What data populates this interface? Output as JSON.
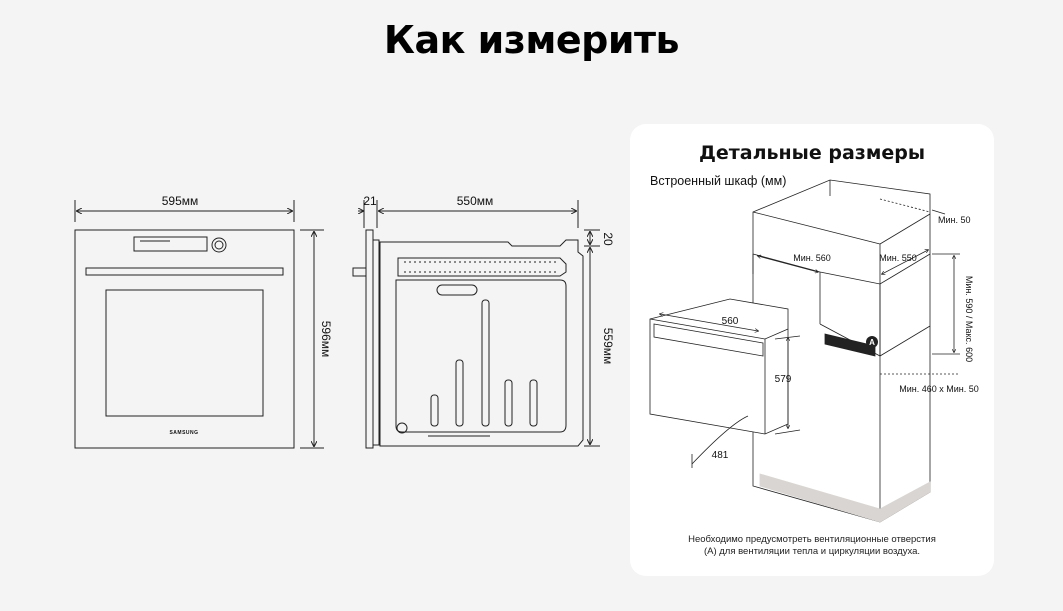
{
  "page_title": "Как измерить",
  "front_view": {
    "width_label": "595мм",
    "height_label": "596мм",
    "brand": "SAMSUNG"
  },
  "side_view": {
    "door_depth_label": "21",
    "depth_label": "550мм",
    "top_offset_label": "20",
    "height_label": "559мм"
  },
  "detail_card": {
    "title": "Детальные размеры",
    "subtitle": "Встроенный шкаф (мм)",
    "dims": {
      "min_50_top": "Мин. 50",
      "min_560": "Мин. 560",
      "min_550": "Мин. 550",
      "min_590_max_600": "Мин. 590 / Макс. 600",
      "w_560": "560",
      "h_579": "579",
      "d_481": "481",
      "vent_size": "Мин. 460 x Мин. 50",
      "vent_marker": "A"
    },
    "note_line1": "Необходимо предусмотреть вентиляционные отверстия",
    "note_line2": "(A) для вентиляции тепла и циркуляции воздуха."
  },
  "colors": {
    "background": "#f4f4f4",
    "card": "#ffffff",
    "line": "#222222",
    "cabinet_base": "#d9d5d2"
  }
}
